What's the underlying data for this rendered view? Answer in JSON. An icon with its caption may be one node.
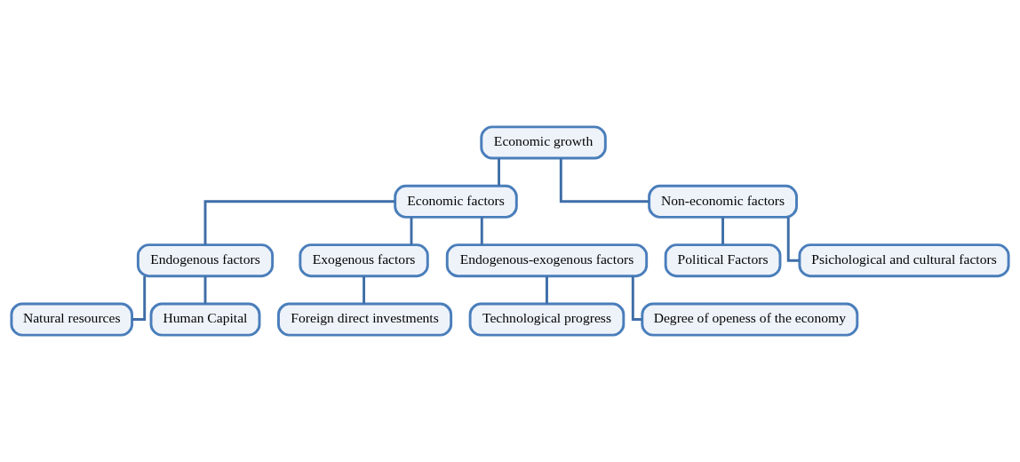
{
  "diagram": {
    "nodes": [
      {
        "text": [
          "Economic growth"
        ]
      },
      {
        "text": [
          "Economic factors"
        ]
      },
      {
        "text": [
          "Non-economic factors"
        ]
      },
      {
        "text": [
          "Endogenous factors"
        ]
      },
      {
        "text": [
          "Exogenous factors"
        ]
      },
      {
        "text": [
          "Endogenous-exogenous factors"
        ]
      },
      {
        "text": [
          "Political Factors"
        ]
      },
      {
        "text": [
          "Psichological and cultural factors"
        ]
      },
      {
        "text": [
          "Natural resources"
        ]
      },
      {
        "text": [
          "Human Capital"
        ]
      },
      {
        "text": [
          "Foreign direct investments"
        ]
      },
      {
        "text": [
          "Technological progress"
        ]
      },
      {
        "text": [
          "Degree of openess of the economy"
        ]
      }
    ],
    "edges": [
      {
        "from": 0,
        "to": 1,
        "arrow": "none"
      },
      {
        "from": 0,
        "to": 2,
        "arrow": "none"
      },
      {
        "from": 1,
        "to": 3,
        "arrow": "none"
      },
      {
        "from": 1,
        "to": 4,
        "arrow": "none"
      },
      {
        "from": 1,
        "to": 5,
        "arrow": "none"
      },
      {
        "from": 2,
        "to": 6,
        "arrow": "none"
      },
      {
        "from": 2,
        "to": 7,
        "arrow": "none"
      },
      {
        "from": 3,
        "to": 8,
        "arrow": "none"
      },
      {
        "from": 3,
        "to": 9,
        "arrow": "none"
      },
      {
        "from": 4,
        "to": 10,
        "arrow": "none"
      },
      {
        "from": 5,
        "to": 11,
        "arrow": "none"
      },
      {
        "from": 5,
        "to": 12,
        "arrow": "none"
      }
    ]
  }
}
